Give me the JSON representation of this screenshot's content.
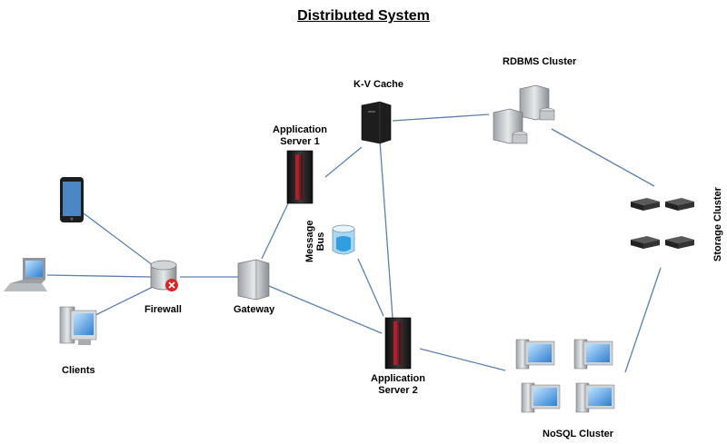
{
  "title": "Distributed System",
  "nodes": {
    "clients": "Clients",
    "firewall": "Firewall",
    "gateway": "Gateway",
    "app_server_1": "Application\nServer 1",
    "app_server_2": "Application\nServer 2",
    "message_bus": "Message\nBus",
    "kv_cache": "K-V Cache",
    "rdbms_cluster": "RDBMS Cluster",
    "storage_cluster": "Storage Cluster",
    "nosql_cluster": "NoSQL Cluster"
  },
  "colors": {
    "link": "#5b7fb0",
    "server_red": "#c0182a",
    "server_dark": "#1a1a1a",
    "monitor_blue": "#3a8fd8"
  }
}
